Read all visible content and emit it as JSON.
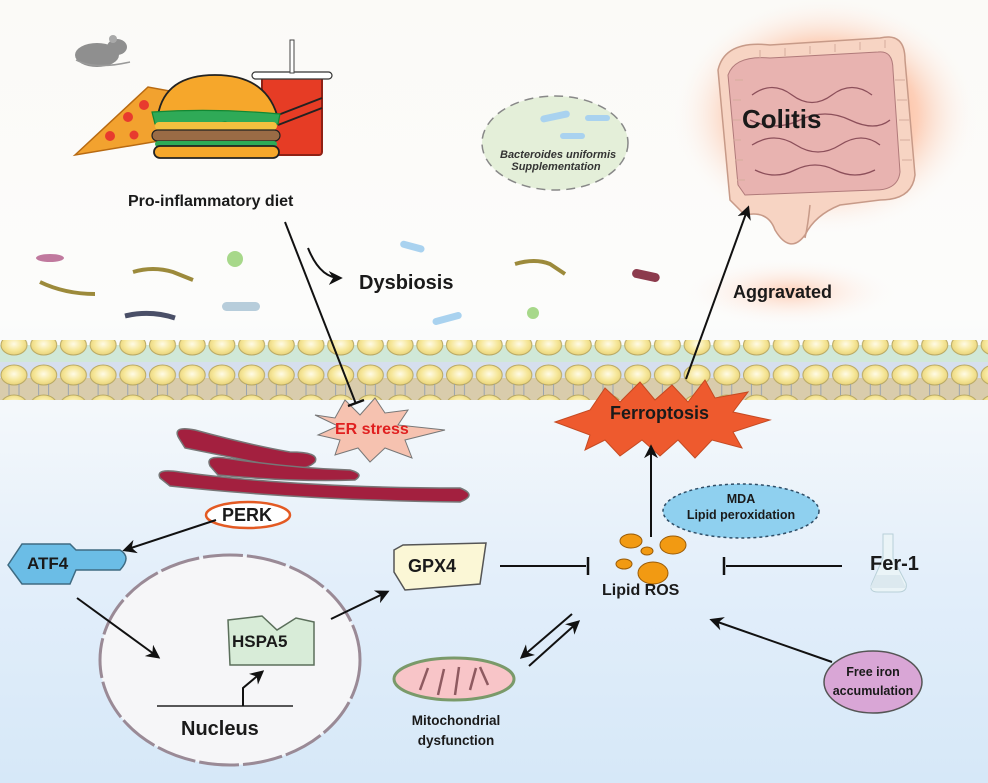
{
  "diagram": {
    "title": "Pro-inflammatory diet aggravates colitis via PERK/ATF4/HSPA5/GPX4-mediated ferroptosis",
    "labels": {
      "diet": "Pro-inflammatory diet",
      "dysbiosis": "Dysbiosis",
      "supplement_line1": "Bacteroides uniformis",
      "supplement_line2": "Supplementation",
      "colitis": "Colitis",
      "aggravated": "Aggravated",
      "er_stress": "ER stress",
      "ferroptosis": "Ferroptosis",
      "perk": "PERK",
      "atf4": "ATF4",
      "hspa5": "HSPA5",
      "nucleus": "Nucleus",
      "gpx4": "GPX4",
      "lipid_ros": "Lipid ROS",
      "mda_line1": "MDA",
      "mda_line2": "Lipid peroxidation",
      "fer1": "Fer-1",
      "mito_line1": "Mitochondrial",
      "mito_line2": "dysfunction",
      "iron_line1": "Free iron",
      "iron_line2": "accumulation"
    },
    "relations": [
      {
        "from": "Pro-inflammatory diet",
        "to": "ER stress",
        "type": "inhibits"
      },
      {
        "from": "Pro-inflammatory diet",
        "to": "Dysbiosis",
        "type": "activates"
      },
      {
        "from": "PERK",
        "to": "ATF4",
        "type": "activates"
      },
      {
        "from": "ATF4",
        "to": "Nucleus",
        "type": "activates"
      },
      {
        "from": "HSPA5",
        "to": "GPX4",
        "type": "activates"
      },
      {
        "from": "GPX4",
        "to": "Lipid ROS",
        "type": "inhibits"
      },
      {
        "from": "Fer-1",
        "to": "Lipid ROS",
        "type": "inhibits"
      },
      {
        "from": "Free iron accumulation",
        "to": "Lipid ROS",
        "type": "activates"
      },
      {
        "from": "Lipid ROS",
        "to": "Mitochondrial dysfunction",
        "type": "reversible"
      },
      {
        "from": "Lipid ROS",
        "to": "Ferroptosis",
        "type": "activates"
      },
      {
        "from": "Ferroptosis",
        "to": "Colitis",
        "type": "activates"
      }
    ],
    "colors": {
      "er_stress_text": "#e02020",
      "ferroptosis_fill": "#ee5a2e",
      "atf4_fill": "#6bbde6",
      "hspa5_fill": "#d8ecd8",
      "gpx4_fill": "#fbf7d6",
      "mda_fill": "#8fd0ef",
      "iron_fill": "#d9a6d6",
      "ros_fill": "#f29a12",
      "perk_border": "#e35a23",
      "er_fill": "#a3203f"
    }
  }
}
